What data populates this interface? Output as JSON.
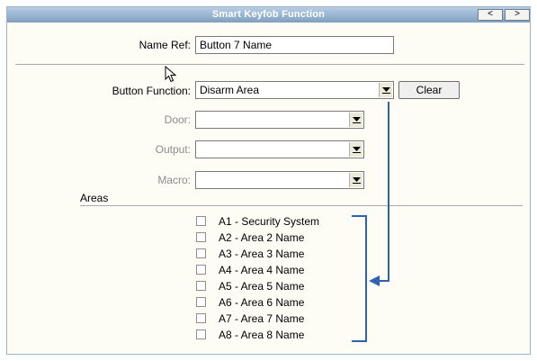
{
  "window": {
    "title": "Smart Keyfob Function",
    "prev_label": "<",
    "next_label": ">"
  },
  "form": {
    "name_ref": {
      "label": "Name Ref:",
      "value": "Button 7 Name"
    },
    "button_function": {
      "label": "Button Function:",
      "value": "Disarm Area"
    },
    "clear_label": "Clear",
    "door": {
      "label": "Door:",
      "value": ""
    },
    "output": {
      "label": "Output:",
      "value": ""
    },
    "macro": {
      "label": "Macro:",
      "value": ""
    }
  },
  "areas": {
    "heading": "Areas",
    "items": [
      {
        "label": "A1 - Security System",
        "checked": false
      },
      {
        "label": "A2 - Area 2 Name",
        "checked": false
      },
      {
        "label": "A3 - Area 3 Name",
        "checked": false
      },
      {
        "label": "A4 - Area 4 Name",
        "checked": false
      },
      {
        "label": "A5 - Area 5 Name",
        "checked": false
      },
      {
        "label": "A6 - Area 6 Name",
        "checked": false
      },
      {
        "label": "A7 - Area 7 Name",
        "checked": false
      },
      {
        "label": "A8 - Area 8 Name",
        "checked": false
      }
    ]
  },
  "colors": {
    "annotation": "#2f62b5",
    "titlebar": "#8aa8c6",
    "dim_label": "#8c8c8c"
  },
  "icons": [
    "mouse-pointer-icon",
    "dropdown-arrow-icon",
    "annotation-arrow-icon"
  ]
}
